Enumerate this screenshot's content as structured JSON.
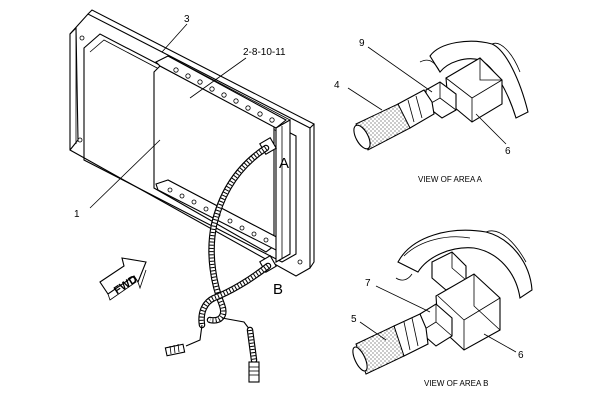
{
  "labels": {
    "callout_3": "3",
    "callout_2_8_10_11": "2-8-10-11",
    "callout_1": "1",
    "letter_a": "A",
    "letter_b": "B",
    "fwd": "FWD",
    "view_a": {
      "callout_9": "9",
      "callout_4": "4",
      "callout_6": "6",
      "caption": "VIEW OF AREA  A"
    },
    "view_b": {
      "callout_7": "7",
      "callout_5": "5",
      "callout_6": "6",
      "caption": "VIEW OF AREA  B"
    }
  }
}
